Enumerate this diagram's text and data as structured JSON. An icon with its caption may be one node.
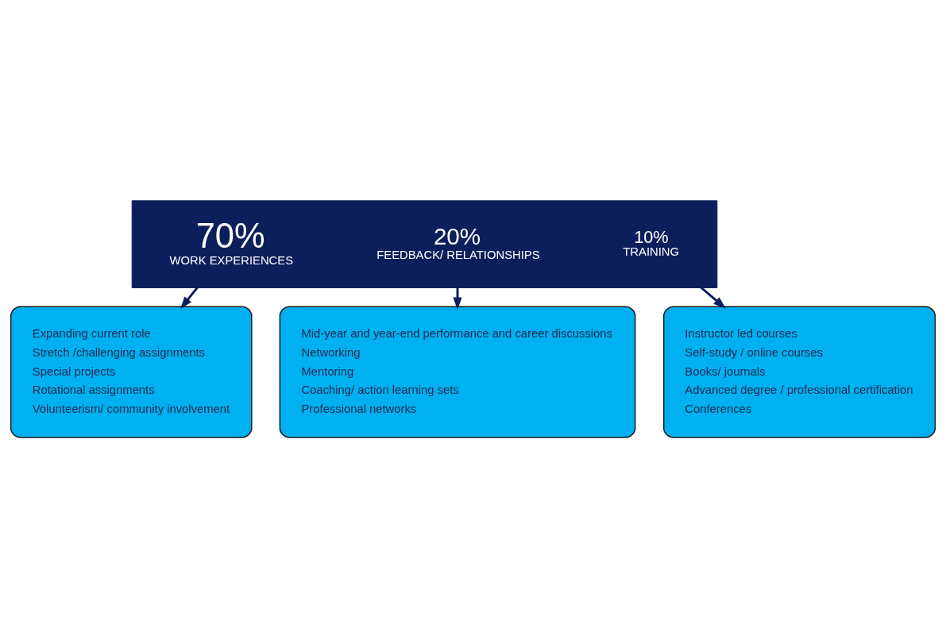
{
  "diagram": {
    "nodes": [
      {
        "text": [],
        "shape": "bar"
      },
      {
        "text": [
          "70%",
          "WORK EXPERIENCES"
        ],
        "in": 0
      },
      {
        "text": [
          "20%",
          "FEEDBACK/ RELATIONSHIPS"
        ],
        "in": 0
      },
      {
        "text": [
          "10%",
          "TRAINING"
        ],
        "in": 0
      },
      {
        "text": [
          "Expanding current role",
          "Stretch /challenging assignments",
          "Special projects",
          "Rotational assignments",
          "Volunteerism/ community involvement"
        ]
      },
      {
        "text": [
          "Mid-year and year-end performance and career discussions",
          "Networking",
          "Mentoring",
          "Coaching/ action learning sets",
          "Professional networks"
        ]
      },
      {
        "text": [
          "Instructor led courses",
          "Self-study / online courses",
          "Books/ journals",
          "Advanced degree / professional certification",
          "Conferences"
        ]
      }
    ],
    "edges": [
      {
        "from": 1,
        "to": 4,
        "arrow": "to"
      },
      {
        "from": 2,
        "to": 5,
        "arrow": "to"
      },
      {
        "from": 3,
        "to": 6,
        "arrow": "to"
      }
    ]
  }
}
